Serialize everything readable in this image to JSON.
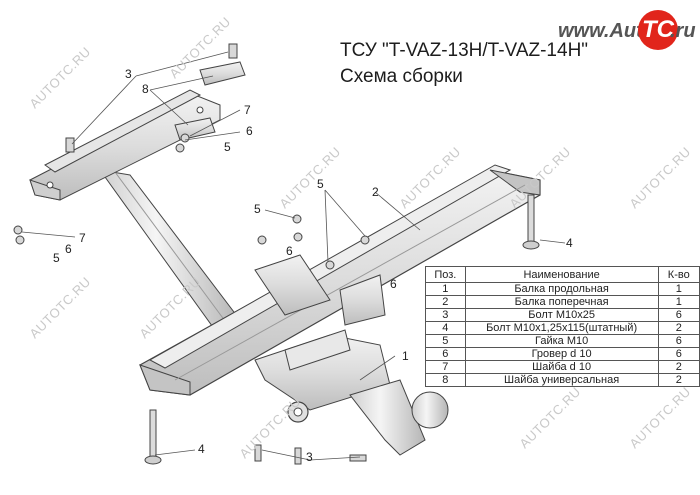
{
  "title_line1": "ТСУ \"T-VAZ-13H/T-VAZ-14H\"",
  "title_line2": "Схема сборки",
  "logo": {
    "www": "www.Auto",
    "tc": "TC",
    "ru": ".ru",
    "accent": "#e1251b"
  },
  "watermark": "AUTOTC.RU",
  "table": {
    "headers": [
      "Поз.",
      "Наименование",
      "К-во"
    ],
    "rows": [
      [
        "1",
        "Балка продольная",
        "1"
      ],
      [
        "2",
        "Балка поперечная",
        "1"
      ],
      [
        "3",
        "Болт М10х25",
        "6"
      ],
      [
        "4",
        "Болт М10х1,25х115(штатный)",
        "2"
      ],
      [
        "5",
        "Гайка  М10",
        "6"
      ],
      [
        "6",
        "Гровер d 10",
        "6"
      ],
      [
        "7",
        "Шайба d 10",
        "2"
      ],
      [
        "8",
        "Шайба универсальная",
        "2"
      ]
    ]
  },
  "callouts": [
    "3",
    "8",
    "7",
    "6",
    "5",
    "2",
    "5",
    "5",
    "6",
    "7",
    "6",
    "5",
    "6",
    "4",
    "1",
    "4",
    "3"
  ]
}
